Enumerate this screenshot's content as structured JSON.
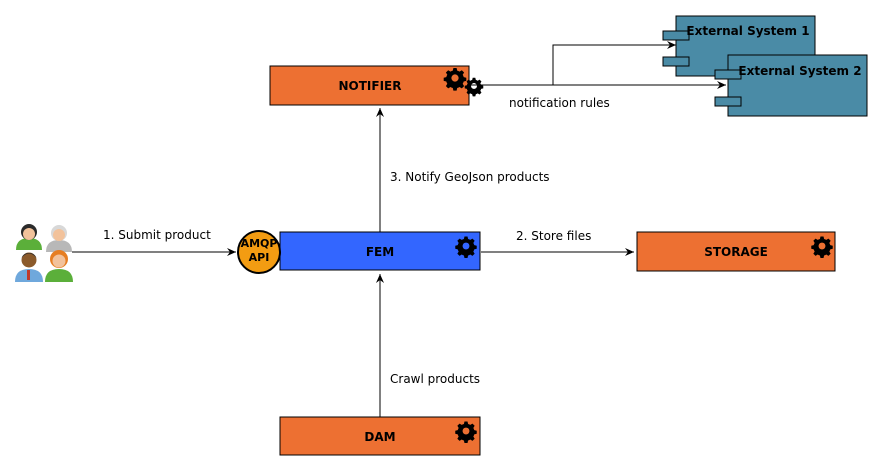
{
  "colors": {
    "orange": "#ED7032",
    "blue": "#3366FF",
    "teal": "#4A8BA6",
    "api_fill": "#F39C12",
    "stroke": "#000000"
  },
  "nodes": {
    "notifier": {
      "label": "NOTIFIER",
      "icon": "gears-icon"
    },
    "fem": {
      "label": "FEM",
      "icon": "gear-icon"
    },
    "storage": {
      "label": "STORAGE",
      "icon": "gear-icon"
    },
    "dam": {
      "label": "DAM",
      "icon": "gear-icon"
    },
    "external1": {
      "label": "External System 1",
      "icon": "component-icon"
    },
    "external2": {
      "label": "External System 2",
      "icon": "component-icon"
    },
    "api": {
      "line1": "AMQP",
      "line2": "API"
    },
    "users": {
      "icon": "users-icon"
    }
  },
  "edges": {
    "submit": "1. Submit product",
    "store": "2. Store files",
    "notify": "3. Notify GeoJson products",
    "crawl": "Crawl products",
    "rules": "notification rules"
  }
}
